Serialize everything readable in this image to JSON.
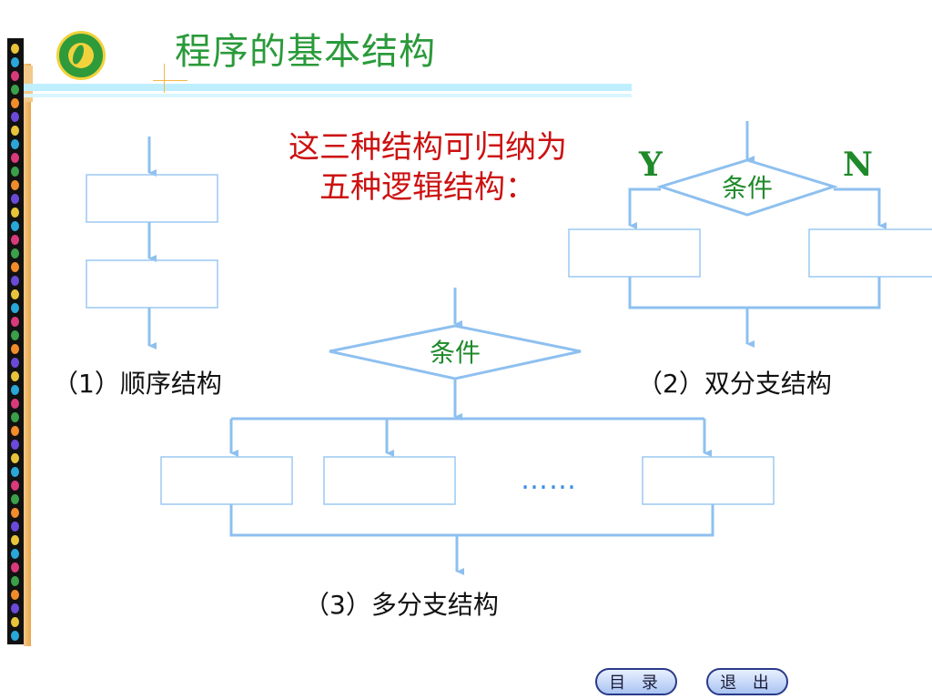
{
  "slide": {
    "title": "程序的基本结构",
    "heading_line1": "这三种结构可归纳为",
    "heading_line2": "五种逻辑结构："
  },
  "sequential": {
    "caption": "（1）顺序结构"
  },
  "double_branch": {
    "caption": "（2）双分支结构",
    "condition": "条件",
    "yes_label": "Y",
    "no_label": "N"
  },
  "multi_branch": {
    "caption": "（3）多分支结构",
    "condition": "条件",
    "ellipsis": "……"
  },
  "nav": {
    "contents_label": "目 录",
    "exit_label": "退 出"
  },
  "colors": {
    "title": "#2a9a3a",
    "heading": "#cc1111",
    "condition_text": "#1f8a2a",
    "line": "#8ec0ef",
    "box_border": "#9cc8f2"
  },
  "icons": [
    "school-logo-icon"
  ]
}
